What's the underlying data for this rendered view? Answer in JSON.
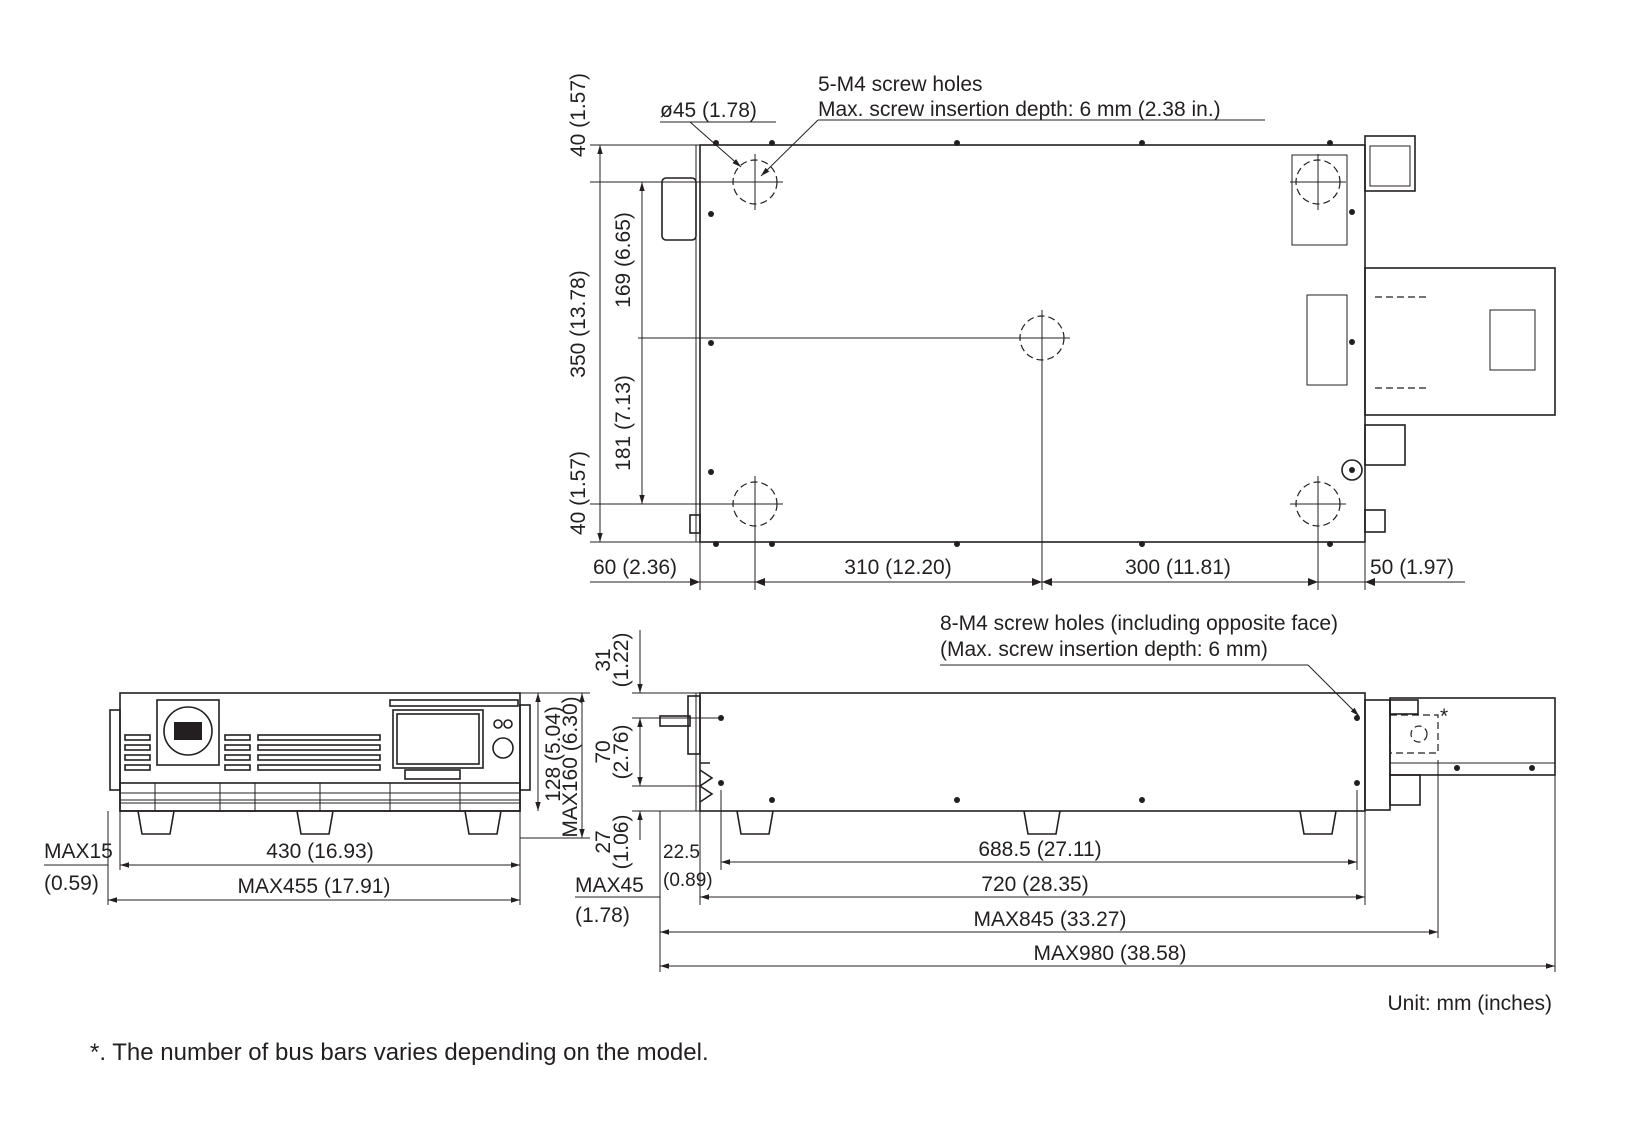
{
  "top_view": {
    "hole_note_line1": "5-M4 screw holes",
    "hole_note_line2": "Max. screw insertion depth: 6 mm (2.38 in.)",
    "foot_diameter": "ø45 (1.78)",
    "dim_top_40": "40 (1.57)",
    "dim_169": "169 (6.65)",
    "dim_350": "350 (13.78)",
    "dim_181": "181 (7.13)",
    "dim_bottom_40": "40 (1.57)",
    "dim_60": "60 (2.36)",
    "dim_310": "310 (12.20)",
    "dim_300": "300 (11.81)",
    "dim_50": "50 (1.97)"
  },
  "front_view": {
    "dim_128": "128 (5.04)",
    "dim_max160": "MAX160 (6.30)",
    "dim_max15_a": "MAX15",
    "dim_max15_b": "(0.59)",
    "dim_430": "430 (16.93)",
    "dim_max455": "MAX455 (17.91)"
  },
  "side_view": {
    "hole_note_line1": "8-M4 screw holes (including opposite face)",
    "hole_note_line2": "(Max. screw insertion depth: 6 mm)",
    "asterisk": "*",
    "dim_31_a": "31",
    "dim_31_b": "(1.22)",
    "dim_70_a": "70",
    "dim_70_b": "(2.76)",
    "dim_27_a": "27",
    "dim_27_b": "(1.06)",
    "dim_22_5_a": "22.5",
    "dim_22_5_b": "(0.89)",
    "dim_688_5": "688.5 (27.11)",
    "dim_max45_a": "MAX45",
    "dim_max45_b": "(1.78)",
    "dim_720": "720 (28.35)",
    "dim_max845": "MAX845 (33.27)",
    "dim_max980": "MAX980 (38.58)"
  },
  "unit_note": "Unit: mm (inches)",
  "footnote": "*. The number of bus bars varies depending on the model."
}
